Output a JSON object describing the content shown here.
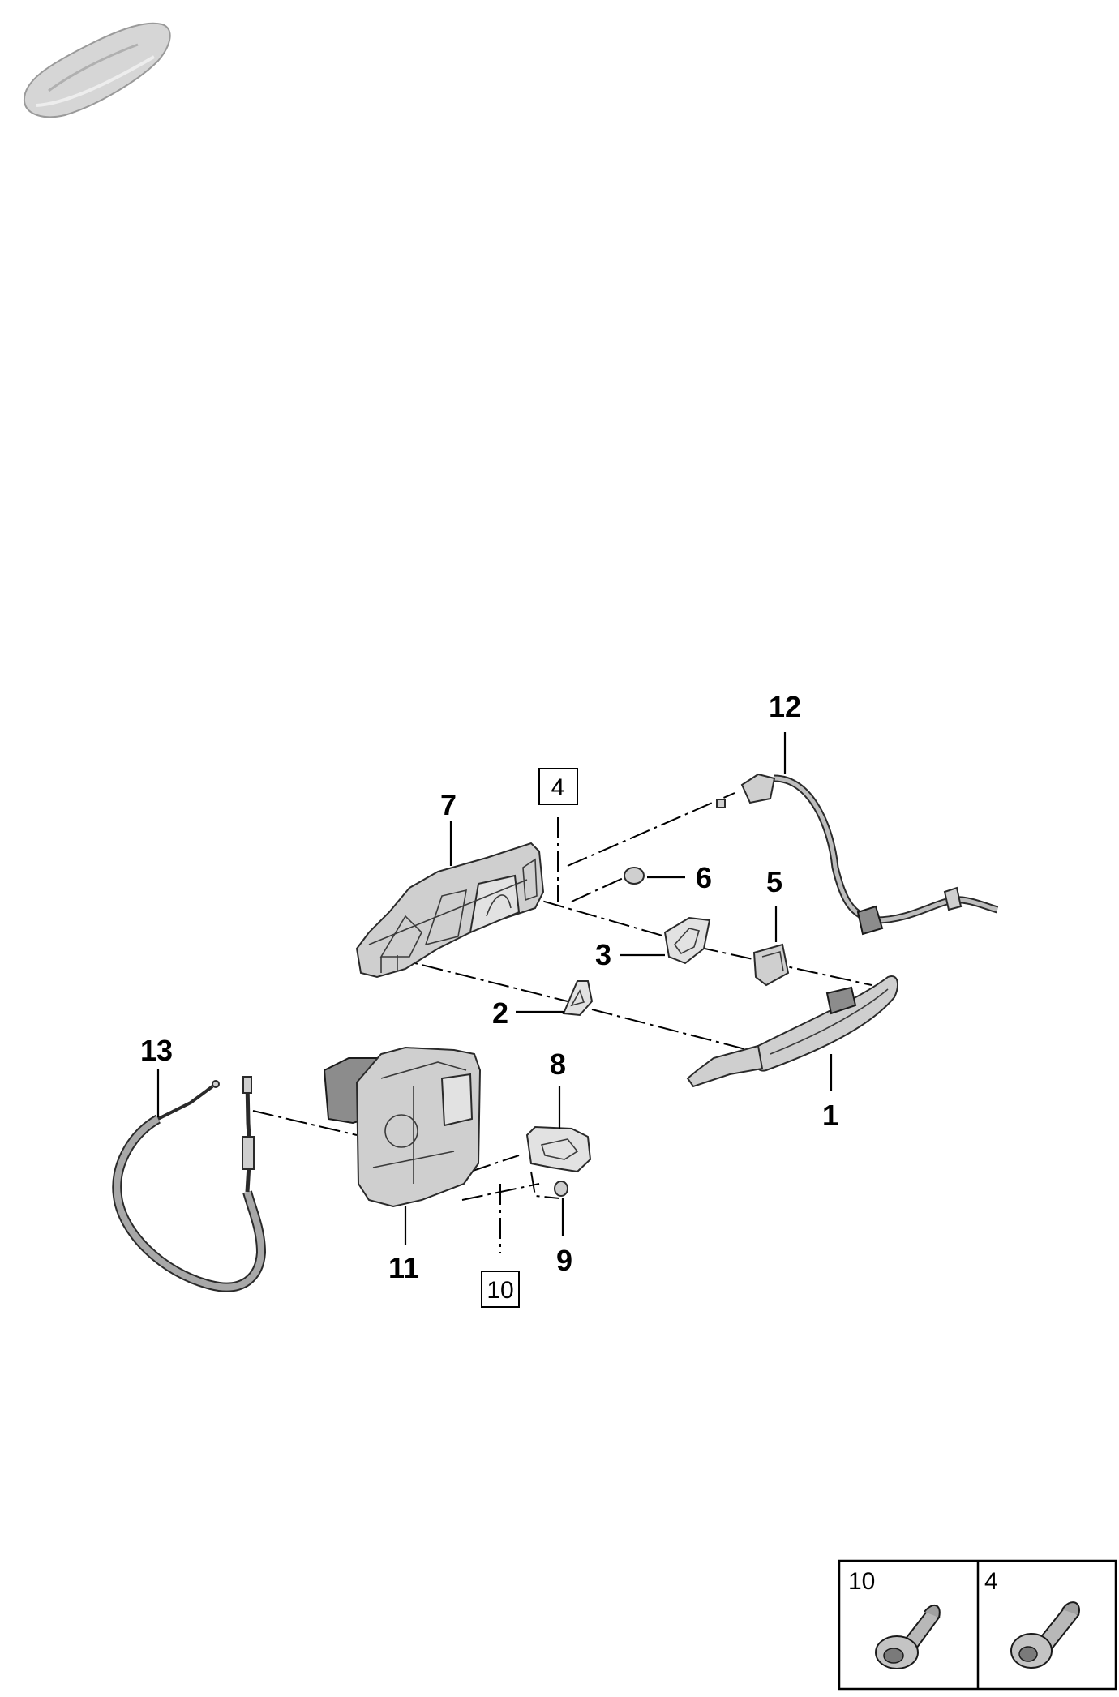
{
  "callouts": {
    "c1": "1",
    "c2": "2",
    "c3": "3",
    "c5": "5",
    "c6": "6",
    "c7": "7",
    "c8": "8",
    "c9": "9",
    "c11": "11",
    "c12": "12",
    "c13": "13"
  },
  "boxed_refs": {
    "b4": "4",
    "b10": "10"
  },
  "legend": {
    "cell_a": "10",
    "cell_b": "4"
  },
  "icons": {
    "vehicle": "car-silhouette-icon",
    "screw_10": "torx-screw-icon",
    "screw_4": "torx-screw-icon"
  }
}
